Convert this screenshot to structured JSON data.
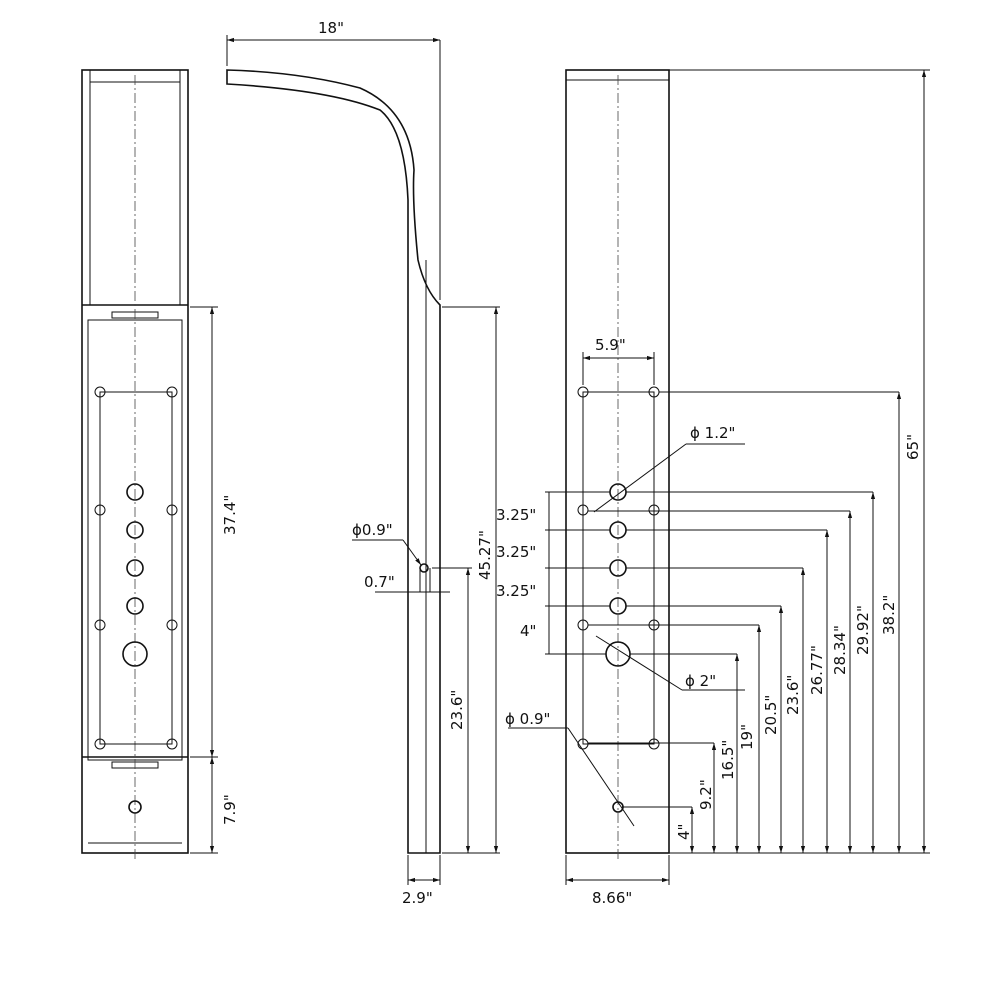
{
  "front": {
    "height_main": "37.4\"",
    "height_bottom": "7.9\""
  },
  "side": {
    "reach": "18\"",
    "total": "45.27\"",
    "outlet_height": "23.6\"",
    "outlet_dia": "ϕ0.9\"",
    "outlet_depth": "0.7\"",
    "depth": "2.9\""
  },
  "back": {
    "hole_spacing": "5.9\"",
    "jet_dia": "ϕ 1.2\"",
    "big_dia": "ϕ 2\"",
    "small_dia": "ϕ 0.9\"",
    "spacings": [
      "3.25\"",
      "3.25\"",
      "3.25\"",
      "4\""
    ],
    "width": "8.66\"",
    "heights": [
      "4\"",
      "9.2\"",
      "16.5\"",
      "19\"",
      "20.5\"",
      "23.6\"",
      "26.77\"",
      "28.34\"",
      "29.92\"",
      "38.2\"",
      "65\""
    ]
  }
}
